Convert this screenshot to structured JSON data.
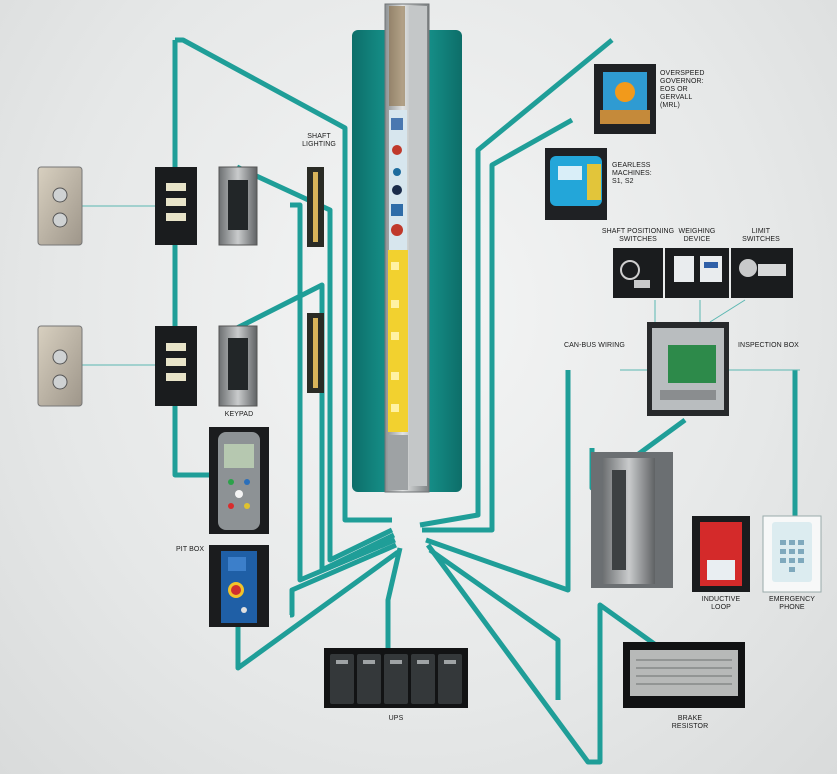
{
  "colors": {
    "teal": "#1f9e98",
    "teal_dark": "#0f6f6b",
    "background": "#e7e9e9",
    "photo_dark": "#1a1c1e",
    "yellow": "#f2d12f",
    "steel": "#b9bcbd"
  },
  "labels": {
    "shaft_lighting": [
      "SHAFT",
      "LIGHTING"
    ],
    "overspeed_governor": [
      "OVERSPEED",
      "GOVERNOR:",
      "EOS OR",
      "GERVALL",
      "(MRL)"
    ],
    "gearless_machines": [
      "GEARLESS",
      "MACHINES:",
      "S1, S2"
    ],
    "shaft_positioning_switches": [
      "SHAFT POSITIONING",
      "SWITCHES"
    ],
    "weighing_device": [
      "WEIGHING",
      "DEVICE"
    ],
    "limit_switches": [
      "LIMIT",
      "SWITCHES"
    ],
    "can_bus_wiring": "CAN-BUS WIRING",
    "inspection_box": "INSPECTION BOX",
    "keypad": "KEYPAD",
    "pit_box": "PIT BOX",
    "inductive_loop": [
      "INDUCTIVE",
      "LOOP"
    ],
    "emergency_phone": [
      "EMERGENCY",
      "PHONE"
    ],
    "ups": "UPS",
    "brake_resistor": [
      "BRAKE",
      "RESISTOR"
    ]
  },
  "icons": {
    "call_button_panel": "call-button-panel-icon",
    "landing_indicator": "landing-indicator-icon",
    "car_panel": "car-panel-icon",
    "shaft_light": "shaft-light-icon",
    "governor": "governor-icon",
    "machine": "gearless-machine-icon",
    "handheld": "handheld-controller-icon",
    "pit_box": "pit-box-icon",
    "battery": "battery-icon",
    "resistor": "brake-resistor-icon",
    "phone": "emergency-phone-icon",
    "loop": "inductive-loop-icon",
    "inspection": "inspection-box-icon"
  }
}
